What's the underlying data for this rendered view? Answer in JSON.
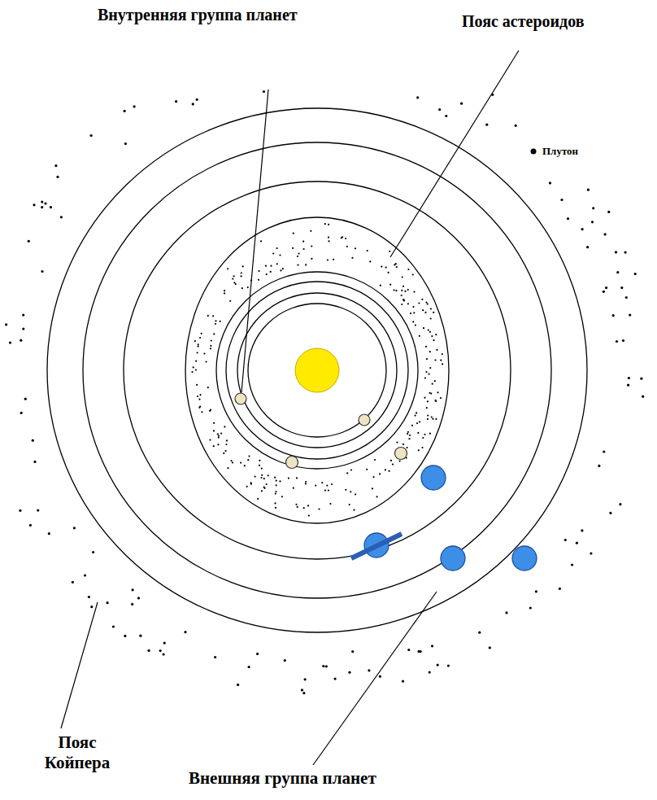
{
  "diagram": {
    "labels": [
      "Внутренняя группа планет",
      "Пояс астероидов",
      "Плутон",
      "Пояс Койпера",
      "Внешняя группа планет"
    ]
  }
}
